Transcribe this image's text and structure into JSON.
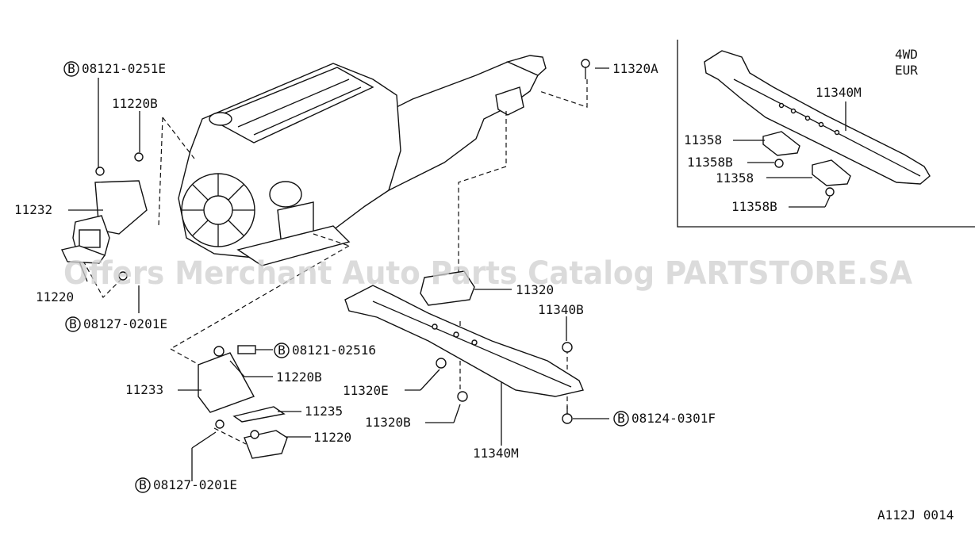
{
  "callouts": {
    "c_08121_0251E": {
      "code": "08121-0251E",
      "prefix": "B"
    },
    "c_11220B_top": "11220B",
    "c_11232": "11232",
    "c_11220_left": "11220",
    "c_08127_0201E_left": {
      "code": "08127-0201E",
      "prefix": "B"
    },
    "c_11320A": "11320A",
    "c_11320": "11320",
    "c_11340B": "11340B",
    "c_08121_02516": {
      "code": "08121-02516",
      "prefix": "B"
    },
    "c_11220B_lower": "11220B",
    "c_11233": "11233",
    "c_11235": "11235",
    "c_11220_lower": "11220",
    "c_08127_0201E_lower": {
      "code": "08127-0201E",
      "prefix": "B"
    },
    "c_11320E": "11320E",
    "c_11320B": "11320B",
    "c_08124_0301F": {
      "code": "08124-0301F",
      "prefix": "B"
    },
    "c_11340M_main": "11340M"
  },
  "inset": {
    "line1": "4WD",
    "line2": "EUR",
    "c_11340M": "11340M",
    "c_11358_a": "11358",
    "c_11358B_a": "11358B",
    "c_11358_b": "11358",
    "c_11358B_b": "11358B"
  },
  "watermark": "Offers Merchant Auto Parts Catalog PARTSTORE.SA",
  "figure_code": "A112J 0014"
}
